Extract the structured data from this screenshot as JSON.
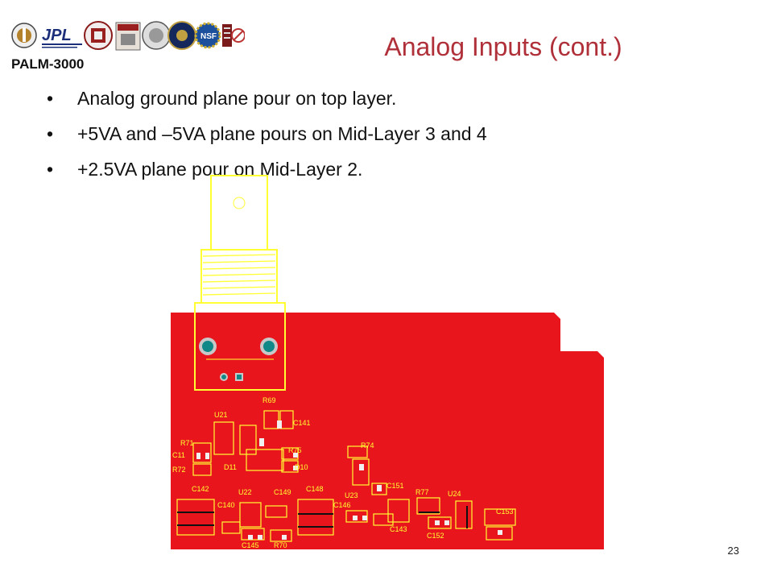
{
  "header": {
    "brand": "PALM-3000",
    "logos": [
      "caltech-seal-icon",
      "jpl-logo-icon",
      "cornell-seal-icon",
      "crest-icon",
      "seal-icon",
      "oxford-seal-icon",
      "nsf-logo-icon",
      "amnh-logo-icon",
      "astro-logo-icon"
    ],
    "jpl_text": "JPL",
    "nsf_text": "NSF"
  },
  "slide": {
    "title": "Analog Inputs (cont.)",
    "bullets": [
      "Analog ground plane pour on top layer.",
      "+5VA and –5VA plane pours on Mid-Layer 3 and 4",
      "+2.5VA plane pour on Mid-Layer 2."
    ],
    "bullet_char": "•",
    "page_number": "23"
  },
  "pcb": {
    "pour_color": "#e8161c",
    "silk_color": "#ffff33",
    "labels": [
      "R69",
      "U21",
      "C141",
      "R71",
      "C11",
      "R72",
      "R75",
      "D11",
      "D10",
      "R74",
      "C151",
      "R77",
      "U24",
      "C142",
      "U22",
      "C149",
      "C148",
      "U23",
      "C153",
      "C140",
      "C146",
      "C143",
      "C152",
      "C145",
      "R70"
    ]
  }
}
